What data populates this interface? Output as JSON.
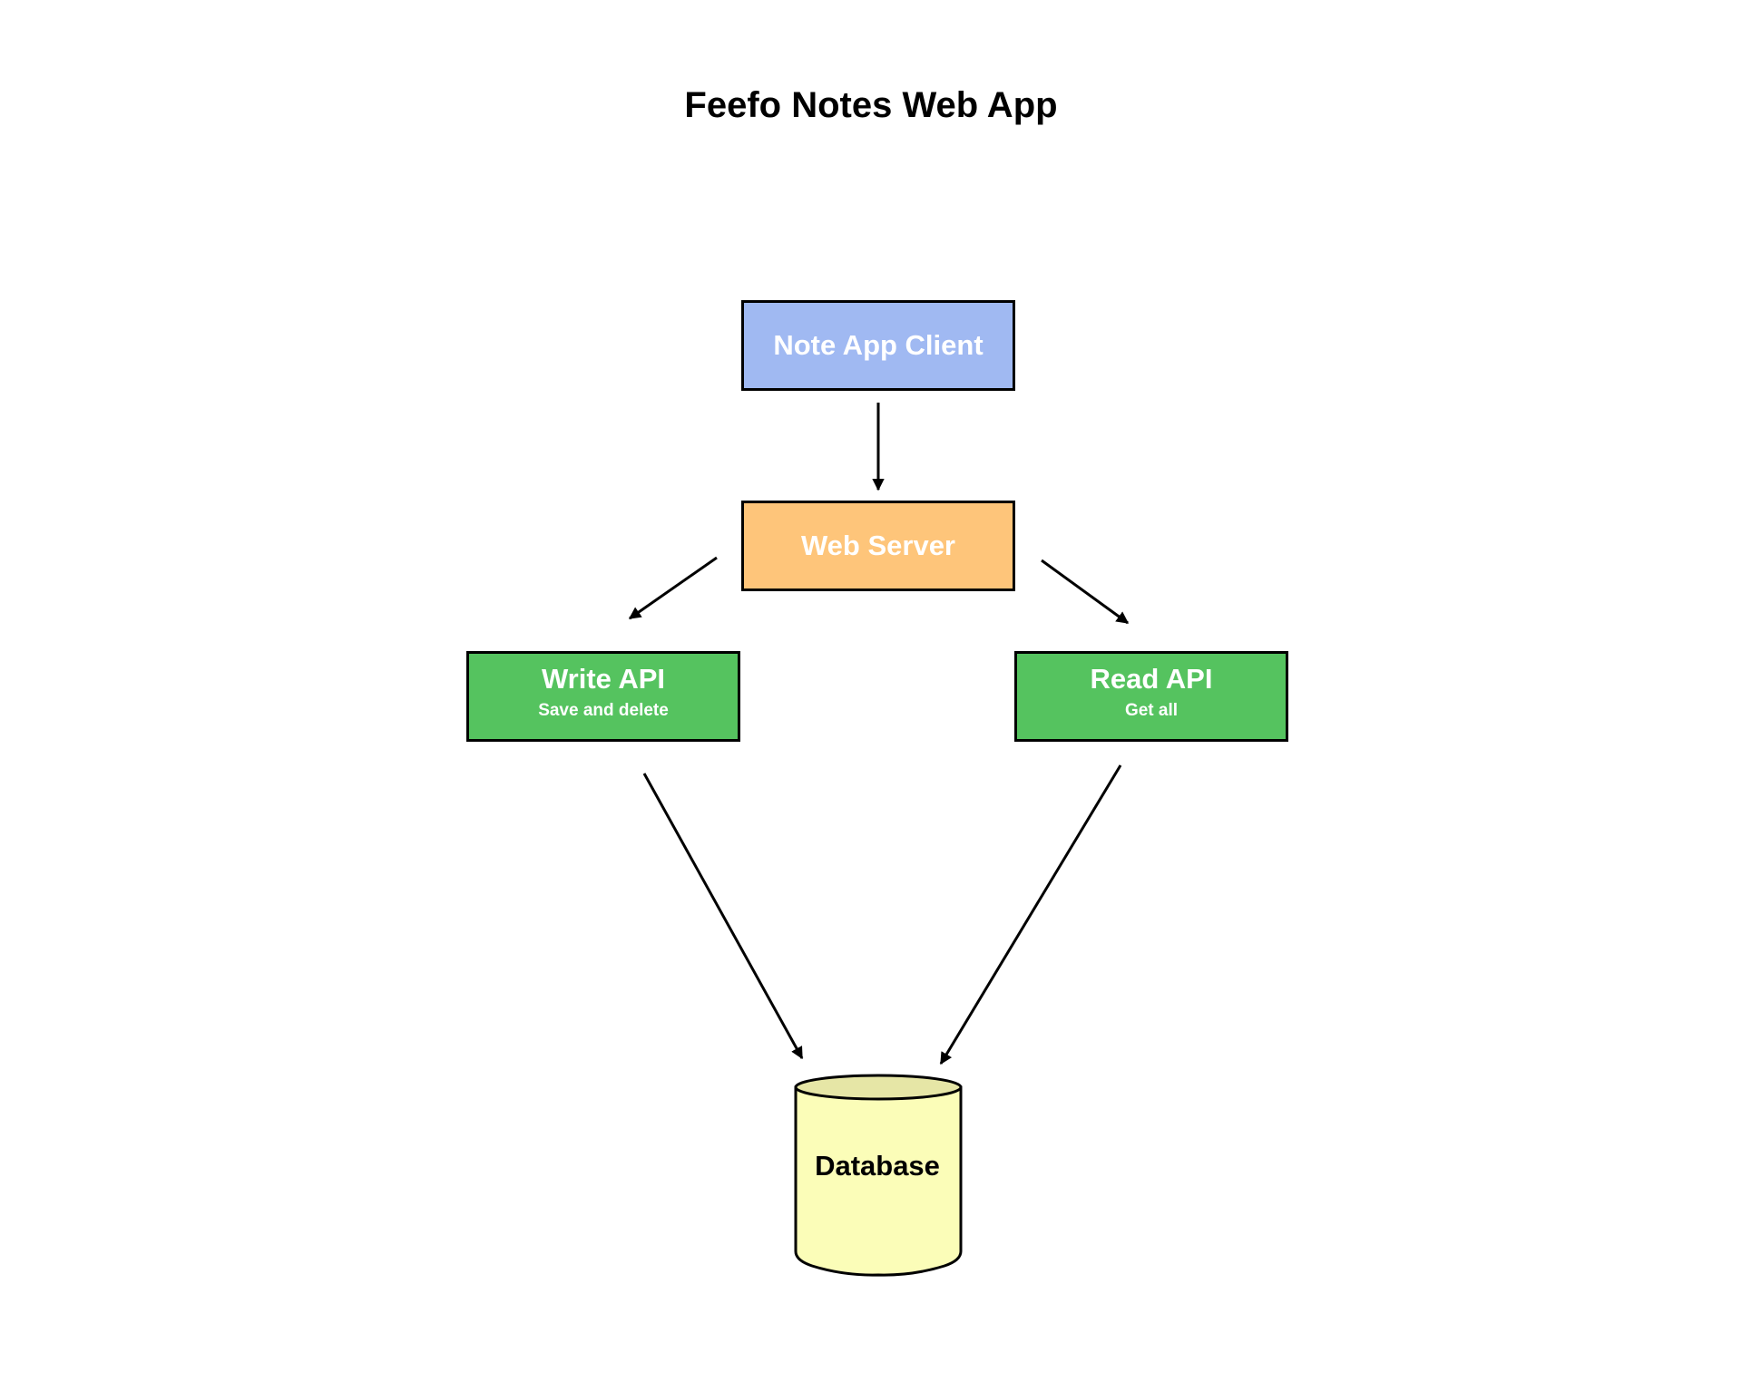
{
  "diagram": {
    "title": "Feefo Notes Web App",
    "nodes": {
      "client": {
        "label": "Note App Client",
        "color": "#a0b9f2"
      },
      "server": {
        "label": "Web Server",
        "color": "#fec57a"
      },
      "write": {
        "label": "Write API",
        "sublabel": "Save and delete",
        "color": "#55c35f"
      },
      "read": {
        "label": "Read API",
        "sublabel": "Get all",
        "color": "#55c35f"
      },
      "database": {
        "label": "Database",
        "color": "#fbfdb8",
        "top_color": "#e6e6a6"
      }
    },
    "edges": [
      {
        "from": "Note App Client",
        "to": "Web Server"
      },
      {
        "from": "Web Server",
        "to": "Write API"
      },
      {
        "from": "Web Server",
        "to": "Read API"
      },
      {
        "from": "Write API",
        "to": "Database"
      },
      {
        "from": "Read API",
        "to": "Database"
      }
    ]
  }
}
